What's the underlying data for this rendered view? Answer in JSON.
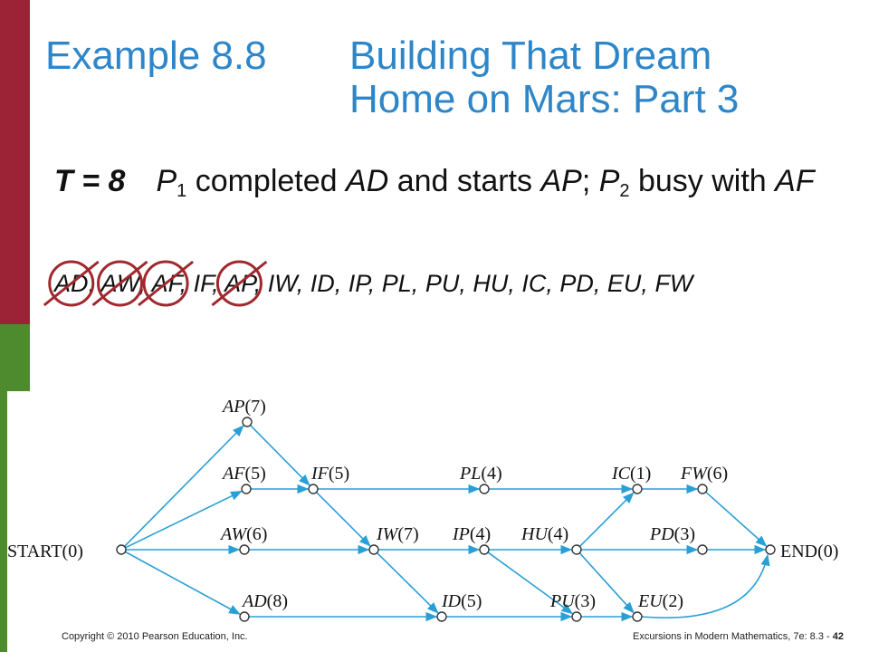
{
  "title": {
    "example": "Example 8.8",
    "line1": "Building That Dream",
    "line2": "Home on Mars: Part 3"
  },
  "status": {
    "time": "T = 8",
    "p1": "P",
    "p1_sub": "1",
    "p1_text1": " completed ",
    "p1_task1": "AD",
    "p1_text2": " and starts ",
    "p1_task2": "AP",
    "sep": "; ",
    "p2": "P",
    "p2_sub": "2",
    "p2_text1": " busy with ",
    "p2_task": "AF"
  },
  "task_list": [
    {
      "name": "AD",
      "crossed": true
    },
    {
      "name": "AW",
      "crossed": true
    },
    {
      "name": "AF",
      "crossed": true
    },
    {
      "name": "IF",
      "crossed": false
    },
    {
      "name": "AP",
      "crossed": true
    },
    {
      "name": "IW",
      "crossed": false
    },
    {
      "name": "ID",
      "crossed": false
    },
    {
      "name": "IP",
      "crossed": false
    },
    {
      "name": "PL",
      "crossed": false
    },
    {
      "name": "PU",
      "crossed": false
    },
    {
      "name": "HU",
      "crossed": false
    },
    {
      "name": "IC",
      "crossed": false
    },
    {
      "name": "PD",
      "crossed": false
    },
    {
      "name": "EU",
      "crossed": false
    },
    {
      "name": "FW",
      "crossed": false
    }
  ],
  "list_separator": ", ",
  "graph": {
    "nodes": [
      {
        "id": "START",
        "label": "START",
        "dur": "0"
      },
      {
        "id": "AP",
        "label": "AP",
        "dur": "7"
      },
      {
        "id": "AF",
        "label": "AF",
        "dur": "5"
      },
      {
        "id": "AW",
        "label": "AW",
        "dur": "6"
      },
      {
        "id": "AD",
        "label": "AD",
        "dur": "8"
      },
      {
        "id": "IF",
        "label": "IF",
        "dur": "5"
      },
      {
        "id": "IW",
        "label": "IW",
        "dur": "7"
      },
      {
        "id": "ID",
        "label": "ID",
        "dur": "5"
      },
      {
        "id": "PL",
        "label": "PL",
        "dur": "4"
      },
      {
        "id": "IP",
        "label": "IP",
        "dur": "4"
      },
      {
        "id": "HU",
        "label": "HU",
        "dur": "4"
      },
      {
        "id": "PU",
        "label": "PU",
        "dur": "3"
      },
      {
        "id": "IC",
        "label": "IC",
        "dur": "1"
      },
      {
        "id": "FW",
        "label": "FW",
        "dur": "6"
      },
      {
        "id": "PD",
        "label": "PD",
        "dur": "3"
      },
      {
        "id": "EU",
        "label": "EU",
        "dur": "2"
      },
      {
        "id": "END",
        "label": "END",
        "dur": "0"
      }
    ],
    "edges": [
      [
        "START",
        "AP"
      ],
      [
        "START",
        "AF"
      ],
      [
        "START",
        "AW"
      ],
      [
        "START",
        "AD"
      ],
      [
        "AP",
        "IF"
      ],
      [
        "AF",
        "IF"
      ],
      [
        "AW",
        "IW"
      ],
      [
        "AD",
        "ID"
      ],
      [
        "IF",
        "PL"
      ],
      [
        "IF",
        "IW"
      ],
      [
        "IW",
        "IP"
      ],
      [
        "IW",
        "ID"
      ],
      [
        "IP",
        "HU"
      ],
      [
        "IP",
        "PU"
      ],
      [
        "HU",
        "IC"
      ],
      [
        "HU",
        "PD"
      ],
      [
        "HU",
        "EU"
      ],
      [
        "PL",
        "IC"
      ],
      [
        "ID",
        "PU"
      ],
      [
        "PU",
        "EU"
      ],
      [
        "IC",
        "FW"
      ],
      [
        "FW",
        "END"
      ],
      [
        "PD",
        "END"
      ],
      [
        "EU",
        "END"
      ]
    ]
  },
  "footer": {
    "left": "Copyright © 2010 Pearson Education, Inc.",
    "right_prefix": "Excursions in Modern Mathematics, 7e: 8.3 - ",
    "right_page": "42"
  },
  "colors": {
    "accent": "#2e86c8",
    "edge": "#2a9fd6",
    "cross": "#a0282e",
    "bar_red": "#9b2335",
    "bar_green": "#4e8a2e"
  }
}
